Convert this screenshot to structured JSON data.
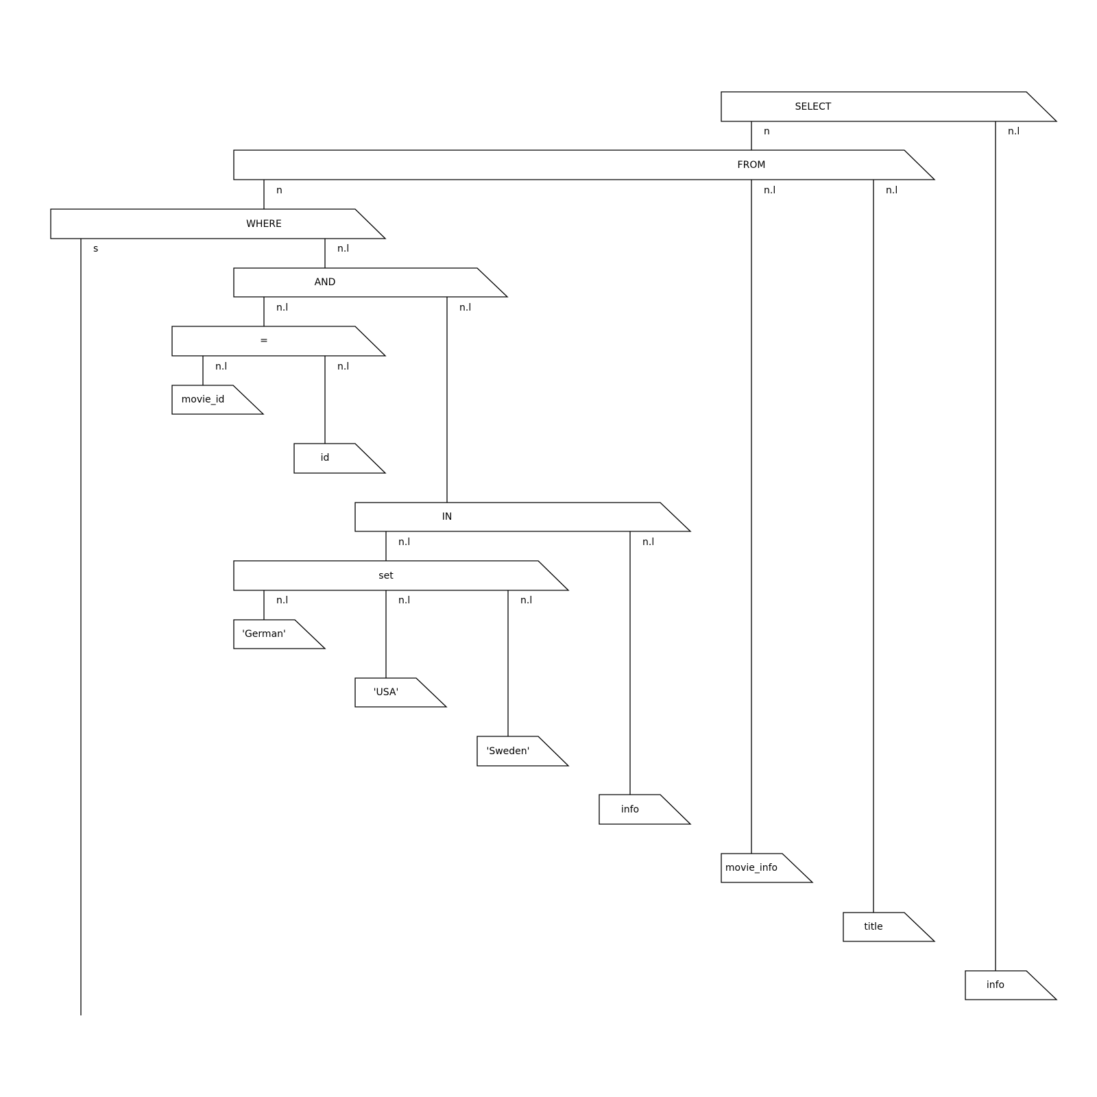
{
  "diagram": {
    "nodes": [
      {
        "id": "select",
        "label": "SELECT"
      },
      {
        "id": "from",
        "label": "FROM"
      },
      {
        "id": "where",
        "label": "WHERE"
      },
      {
        "id": "and",
        "label": "AND"
      },
      {
        "id": "eq",
        "label": "="
      },
      {
        "id": "movie_id",
        "label": "movie_id"
      },
      {
        "id": "id",
        "label": "id"
      },
      {
        "id": "in",
        "label": "IN"
      },
      {
        "id": "set",
        "label": "set"
      },
      {
        "id": "german",
        "label": "'German'"
      },
      {
        "id": "usa",
        "label": "'USA'"
      },
      {
        "id": "sweden",
        "label": "'Sweden'"
      },
      {
        "id": "info_in",
        "label": "info"
      },
      {
        "id": "movie_info",
        "label": "movie_info"
      },
      {
        "id": "title",
        "label": "title"
      },
      {
        "id": "info_select",
        "label": "info"
      }
    ],
    "edges": [
      {
        "from": "select",
        "to": "from",
        "label": "n"
      },
      {
        "from": "select",
        "to": "info_select",
        "label": "n.l"
      },
      {
        "from": "from",
        "to": "where",
        "label": "n"
      },
      {
        "from": "from",
        "to": "movie_info",
        "label": "n.l"
      },
      {
        "from": "from",
        "to": "title",
        "label": "n.l"
      },
      {
        "from": "where",
        "to": null,
        "label": "s"
      },
      {
        "from": "where",
        "to": "and",
        "label": "n.l"
      },
      {
        "from": "and",
        "to": "eq",
        "label": "n.l"
      },
      {
        "from": "and",
        "to": "in",
        "label": "n.l"
      },
      {
        "from": "eq",
        "to": "movie_id",
        "label": "n.l"
      },
      {
        "from": "eq",
        "to": "id",
        "label": "n.l"
      },
      {
        "from": "in",
        "to": "set",
        "label": "n.l"
      },
      {
        "from": "in",
        "to": "info_in",
        "label": "n.l"
      },
      {
        "from": "set",
        "to": "german",
        "label": "n.l"
      },
      {
        "from": "set",
        "to": "usa",
        "label": "n.l"
      },
      {
        "from": "set",
        "to": "sweden",
        "label": "n.l"
      }
    ]
  }
}
